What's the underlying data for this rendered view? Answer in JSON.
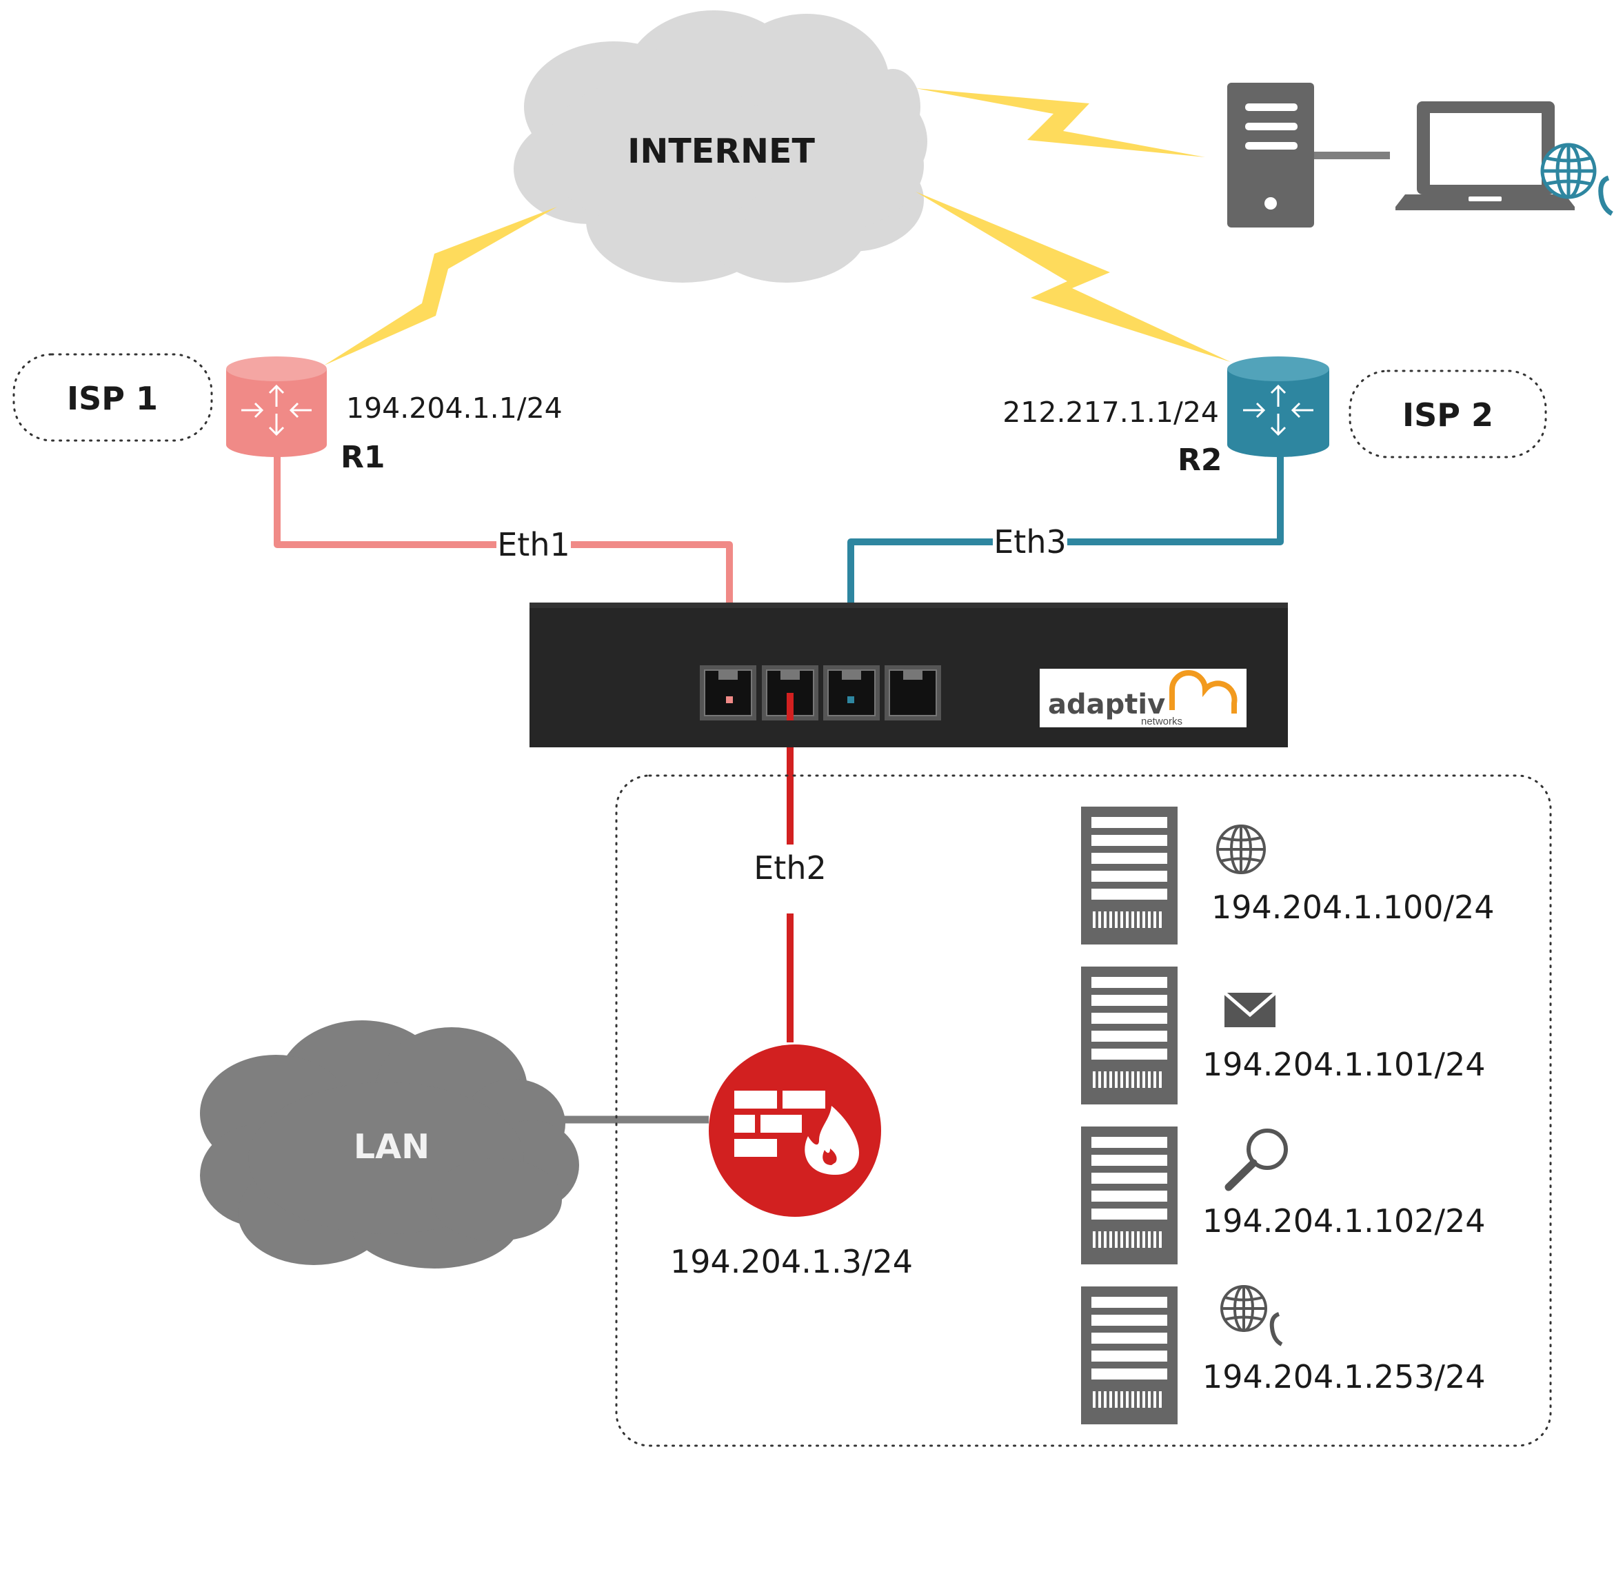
{
  "clouds": {
    "internet": "INTERNET",
    "lan": "LAN"
  },
  "isps": [
    {
      "label": "ISP 1"
    },
    {
      "label": "ISP 2"
    }
  ],
  "routers": [
    {
      "name": "R1",
      "ip": "194.204.1.1/24",
      "color": "#f08a87",
      "icon": "router-icon"
    },
    {
      "name": "R2",
      "ip": "212.217.1.1/24",
      "color": "#2e86a0",
      "icon": "router-icon"
    }
  ],
  "links": {
    "eth1": "Eth1",
    "eth2": "Eth2",
    "eth3": "Eth3"
  },
  "appliance": {
    "brand": "adaptiv",
    "brand_sub": "networks",
    "brand_color": "#f29a1e",
    "body_color": "#262626",
    "ports": 4
  },
  "firewall": {
    "ip": "194.204.1.3/24",
    "color": "#d22020",
    "icon": "firewall-icon"
  },
  "servers": [
    {
      "icon": "globe-icon",
      "ip": "194.204.1.100/24"
    },
    {
      "icon": "mail-icon",
      "ip": "194.204.1.101/24"
    },
    {
      "icon": "search-icon",
      "ip": "194.204.1.102/24"
    },
    {
      "icon": "voip-globe-icon",
      "ip": "194.204.1.253/24"
    }
  ],
  "remote": {
    "icons": [
      "server-tower-icon",
      "laptop-icon",
      "voip-globe-icon"
    ],
    "accent": "#2e86a0"
  },
  "colors": {
    "lightning": "#fedb5c",
    "cloud_internet": "#d9d9d9",
    "cloud_lan": "#7f7f7f",
    "isp1_link": "#f08a87",
    "isp2_link": "#2e86a0",
    "lan_link": "#d22020",
    "gray": "#666666"
  }
}
